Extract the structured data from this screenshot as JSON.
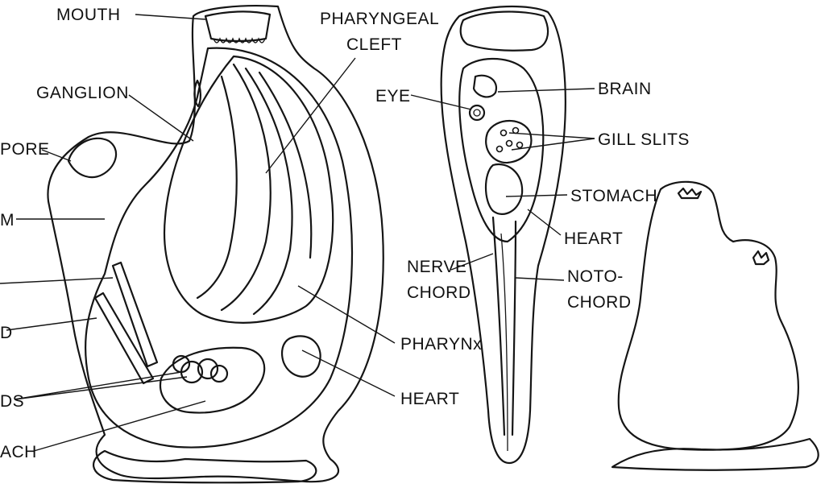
{
  "labels": {
    "mouth": "MOUTH",
    "pharyngeal_cleft_1": "PHARYNGEAL",
    "pharyngeal_cleft_2": "CLEFT",
    "ganglion": "GANGLION",
    "pore": "PORE",
    "m": "M",
    "d": "D",
    "ds": "DS",
    "ach": "ACH",
    "pharynx": "PHARYNx",
    "heart_left": "HEART",
    "eye": "EYE",
    "brain": "BRAIN",
    "gill_slits": "GILL SLITS",
    "stomach": "STOMACH",
    "heart_right": "HEART",
    "nerve_chord_1": "NERVE",
    "nerve_chord_2": "CHORD",
    "notochord_1": "NOTO-",
    "notochord_2": "CHORD"
  },
  "colors": {
    "ink": "#151515",
    "paper": "#ffffff"
  }
}
